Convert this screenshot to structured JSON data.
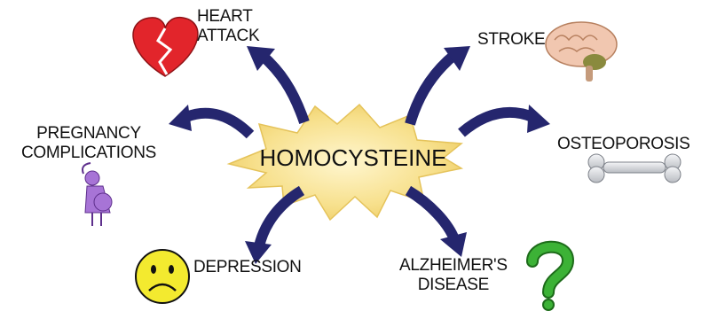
{
  "center": {
    "label": "HOMOCYSTEINE"
  },
  "outcomes": {
    "heart_attack": [
      "HEART",
      "ATTACK"
    ],
    "stroke": "STROKE",
    "pregnancy": [
      "PREGNANCY",
      "COMPLICATIONS"
    ],
    "osteoporosis": "OSTEOPOROSIS",
    "depression": "DEPRESSION",
    "alzheimers": [
      "ALZHEIMER'S",
      "DISEASE"
    ]
  },
  "icons": {
    "heart_attack": "broken-heart-icon",
    "stroke": "brain-icon",
    "pregnancy": "pregnant-woman-icon",
    "osteoporosis": "bone-icon",
    "depression": "sad-face-icon",
    "alzheimers": "question-mark-icon"
  },
  "colors": {
    "star_fill": "#f7e08c",
    "star_edge": "#e8c85a",
    "arrow": "#25266e",
    "arrow_hl": "#4b4fa6",
    "heart": "#e2252b",
    "brain": "#f1c7b0",
    "bone": "#d7d9dd",
    "face": "#f3ea2f",
    "question": "#2e9b2a",
    "woman": "#a774d6"
  }
}
